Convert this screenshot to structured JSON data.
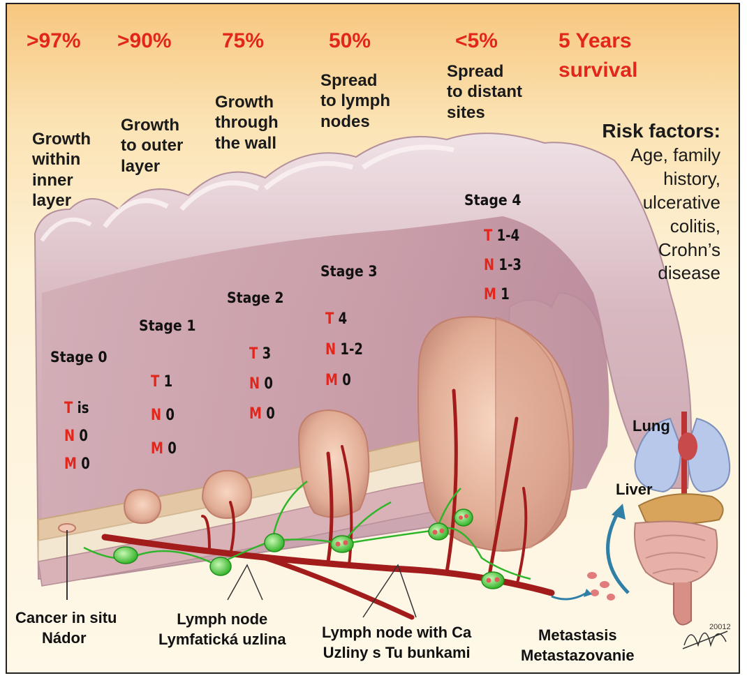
{
  "survival": [
    ">97%",
    ">90%",
    "75%",
    "50%",
    "<5%"
  ],
  "survival_label": {
    "line1": "5 Years",
    "line2": "survival"
  },
  "descriptions": [
    [
      "Growth",
      "within",
      "inner",
      "layer"
    ],
    [
      "Growth",
      "to outer",
      "layer"
    ],
    [
      "Growth",
      "through",
      "the wall"
    ],
    [
      "Spread",
      "to lymph",
      "nodes"
    ],
    [
      "Spread",
      "to distant",
      "sites"
    ]
  ],
  "risk": {
    "heading": "Risk factors:",
    "lines": [
      "Age, family",
      "history,",
      "ulcerative",
      "colitis,",
      "Crohn’s",
      "disease"
    ]
  },
  "stages": [
    {
      "name": "Stage 0",
      "t": [
        "T",
        " is"
      ],
      "n": [
        "N",
        " 0"
      ],
      "m": [
        "M",
        " 0"
      ]
    },
    {
      "name": "Stage 1",
      "t": [
        "T",
        " 1"
      ],
      "n": [
        "N",
        " 0"
      ],
      "m": [
        "M",
        " 0"
      ]
    },
    {
      "name": "Stage 2",
      "t": [
        "T",
        " 3"
      ],
      "n": [
        "N",
        " 0"
      ],
      "m": [
        "M",
        " 0"
      ]
    },
    {
      "name": "Stage 3",
      "t": [
        "T",
        " 4"
      ],
      "n": [
        "N",
        " 1-2"
      ],
      "m": [
        "M",
        " 0"
      ]
    },
    {
      "name": "Stage 4",
      "t": [
        "T",
        " 1-4"
      ],
      "n": [
        "N",
        " 1-3"
      ],
      "m": [
        "M",
        " 1"
      ]
    }
  ],
  "organs": {
    "lung": "Lung",
    "liver": "Liver"
  },
  "bottom_labels": {
    "in_situ": [
      "Cancer in situ",
      "Nádor"
    ],
    "lymph_node": [
      "Lymph node",
      "Lymfatická uzlina"
    ],
    "lymph_node_ca": [
      "Lymph node with Ca",
      "Uzliny s Tu bunkami"
    ],
    "metastasis": [
      "Metastasis",
      "Metastazovanie"
    ]
  },
  "signature_year": "20012",
  "colors": {
    "accent_red": "#e2261c",
    "lymph_green": "#37b52c",
    "vessel_red": "#a21c1c",
    "arrow_blue": "#2f7fa6"
  }
}
